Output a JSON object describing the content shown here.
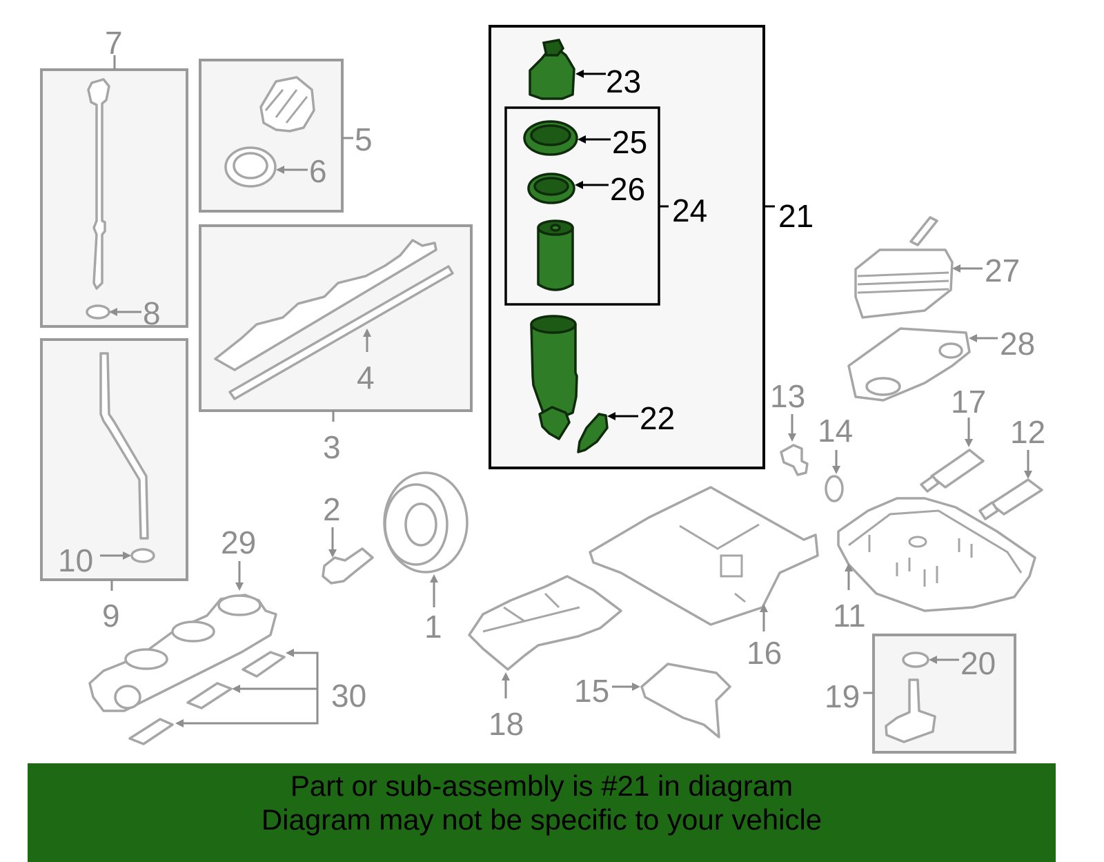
{
  "diagram": {
    "highlight_color": "#2f7d26",
    "callouts": [
      "1",
      "2",
      "3",
      "4",
      "5",
      "6",
      "7",
      "8",
      "9",
      "10",
      "11",
      "12",
      "13",
      "14",
      "15",
      "16",
      "17",
      "18",
      "19",
      "20",
      "21",
      "22",
      "23",
      "24",
      "25",
      "26",
      "27",
      "28",
      "29",
      "30"
    ],
    "highlighted_callouts": [
      "21",
      "22",
      "23",
      "24",
      "25",
      "26"
    ]
  },
  "banner": {
    "line1": "Part or sub-assembly is #21 in diagram",
    "line2": "Diagram may not be specific to your vehicle",
    "background": "#1e6a14"
  }
}
